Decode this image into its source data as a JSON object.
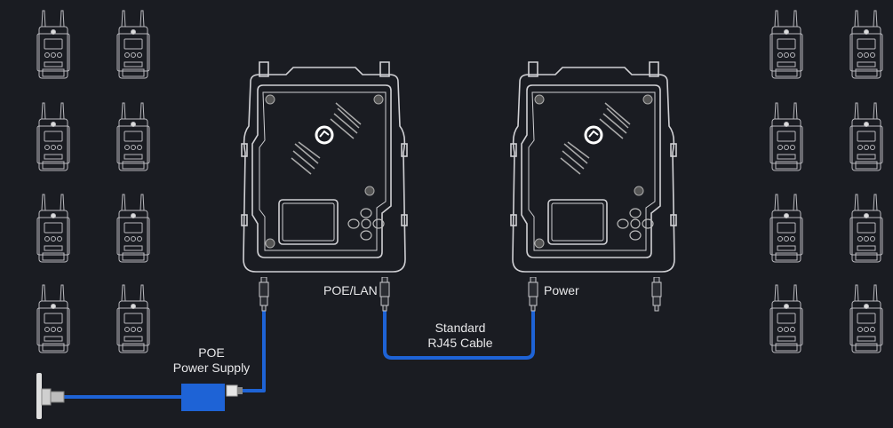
{
  "labels": {
    "poe_lan": "POE/LAN",
    "power": "Power",
    "cable_line1": "Standard",
    "cable_line2": "RJ45 Cable",
    "supply_line1": "POE",
    "supply_line2": "Power Supply"
  },
  "beltpack_count": 16,
  "colors": {
    "background": "#1a1c22",
    "cable": "#1e63d6",
    "outline": "#c8c8cc"
  }
}
